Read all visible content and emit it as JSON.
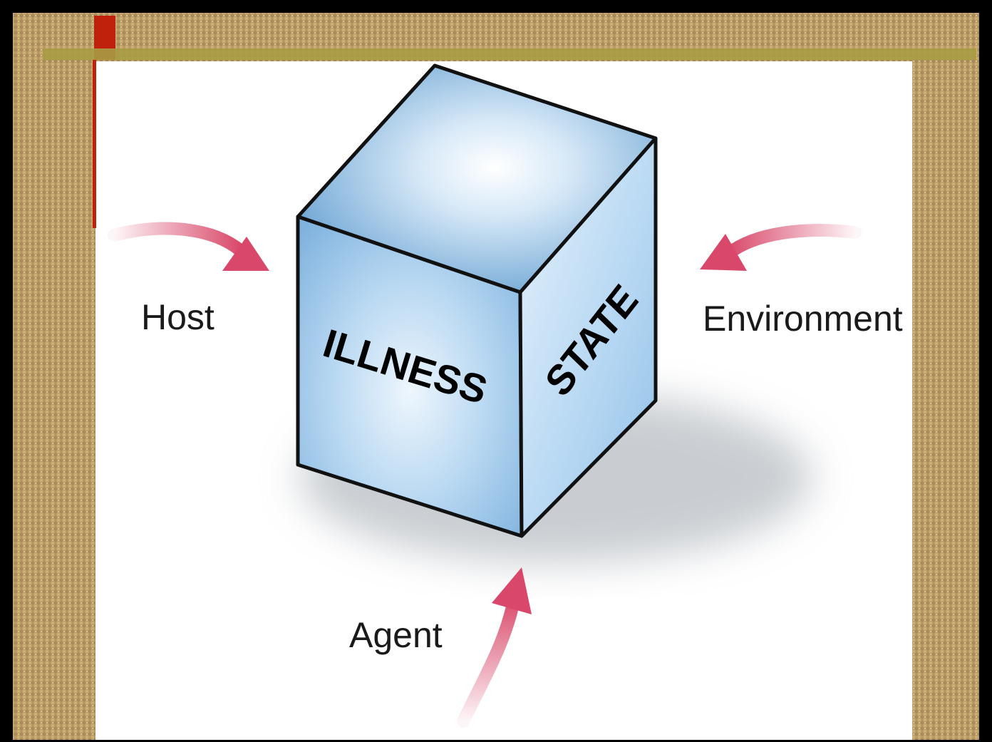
{
  "diagram": {
    "cube": {
      "front_text": "ILLNESS",
      "side_text": "STATE"
    },
    "labels": {
      "host": "Host",
      "environment": "Environment",
      "agent": "Agent"
    }
  },
  "colors": {
    "arrow": "#d9486a",
    "cube_top": "#8fbfe4",
    "cube_front": "#9cc9ec",
    "cube_side": "#a9d1f0",
    "frame": "#b89a62",
    "accent_red": "#c0210c",
    "accent_olive": "#a79c44"
  }
}
